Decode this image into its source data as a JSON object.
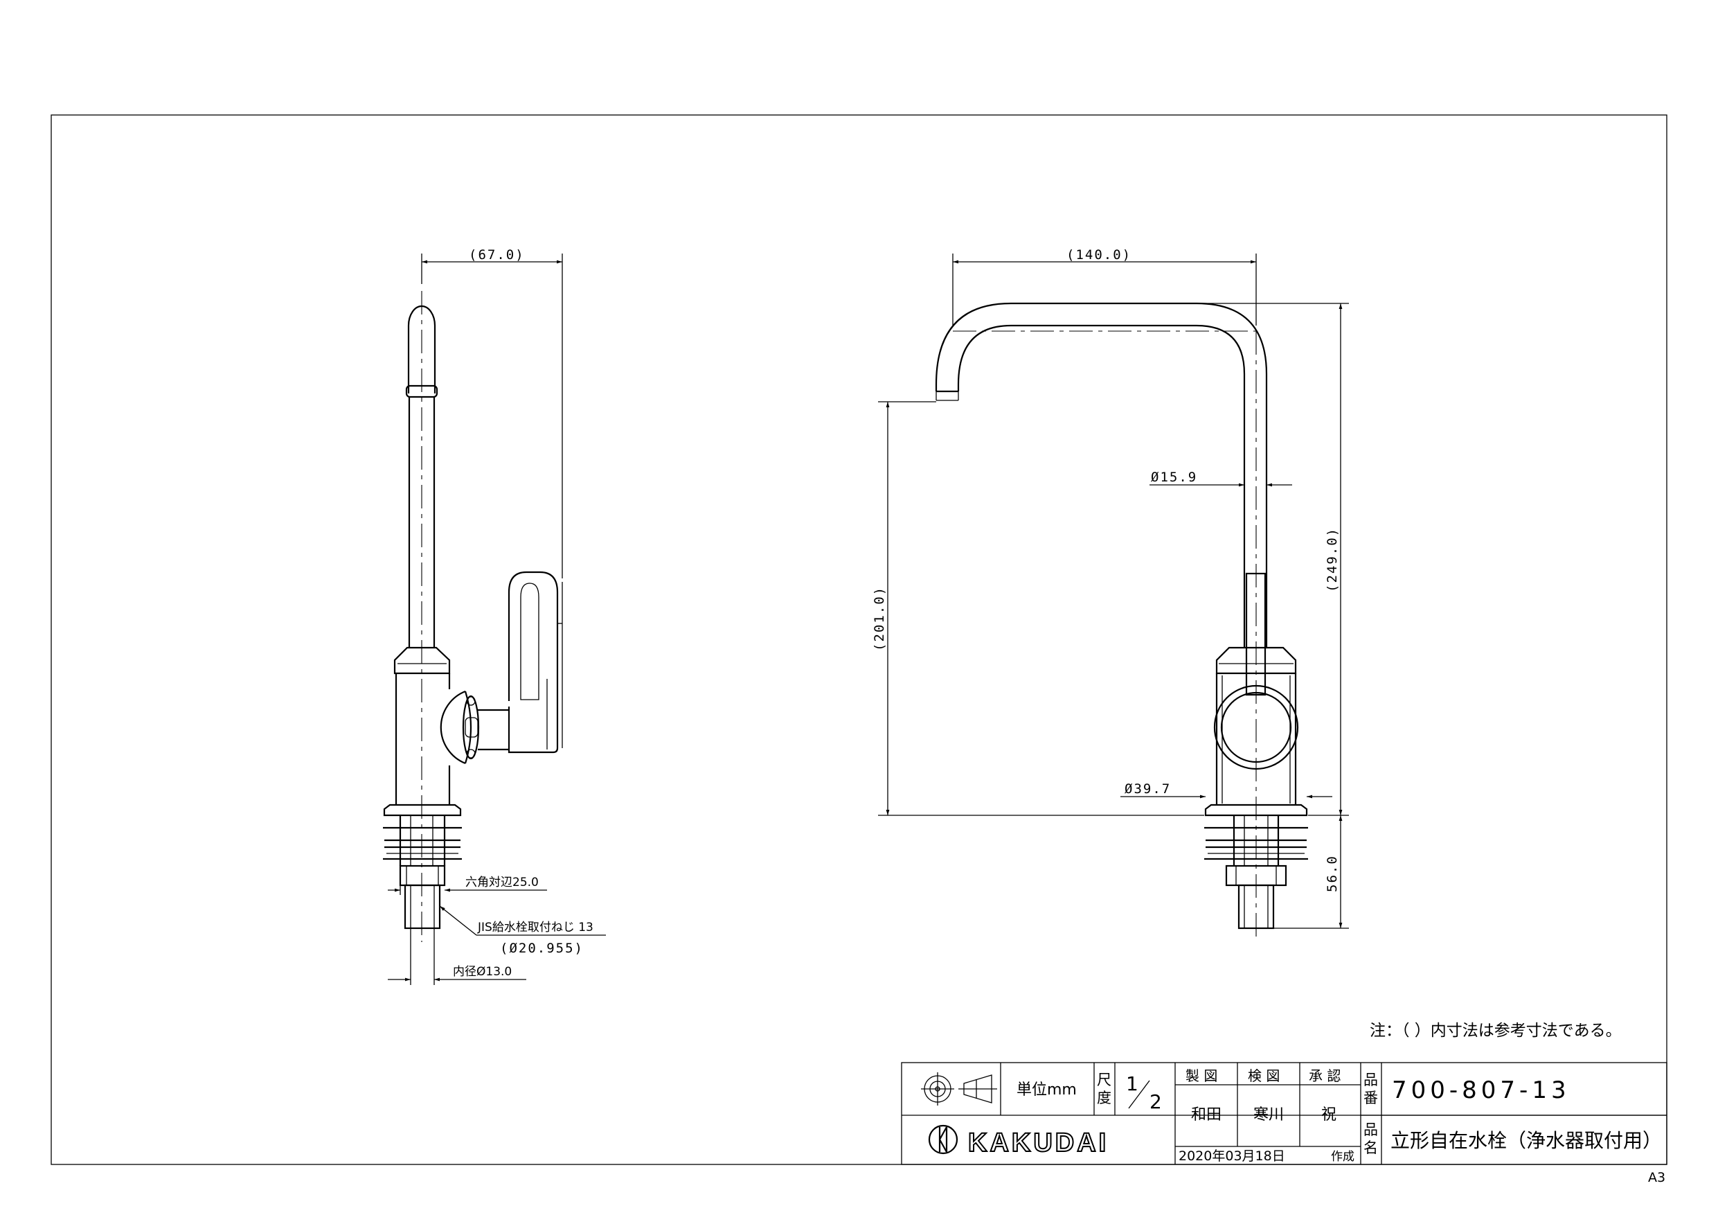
{
  "dimensions": {
    "side_width": "(67.0)",
    "spout_reach": "(140.0)",
    "pipe_dia": "Ø15.9",
    "spout_height": "(201.0)",
    "total_height": "(249.0)",
    "flange_dia": "Ø39.7",
    "shank_length": "56.0",
    "hex": "六角対辺25.0",
    "thread": "JIS給水栓取付ねじ 13",
    "thread_dia": "(Ø20.955)",
    "inner_dia": "内径Ø13.0"
  },
  "note": "注：（ ）内寸法は参考寸法である。",
  "title_block": {
    "unit": "単位mm",
    "scale_label_1": "尺",
    "scale_label_2": "度",
    "scale_num": "1",
    "scale_den": "2",
    "made_label": "製 図",
    "check_label": "検 図",
    "approve_label": "承 認",
    "made_by": "和田",
    "checked_by": "寒川",
    "approved_by": "祝",
    "date": "2020年03月18日",
    "date_suffix": "作成",
    "part_no_label_1": "品",
    "part_no_label_2": "番",
    "part_no": "700-807-13",
    "name_label_1": "品",
    "name_label_2": "名",
    "product_name": "立形自在水栓（浄水器取付用）",
    "brand": "KAKUDAI",
    "paper_size": "A3"
  }
}
